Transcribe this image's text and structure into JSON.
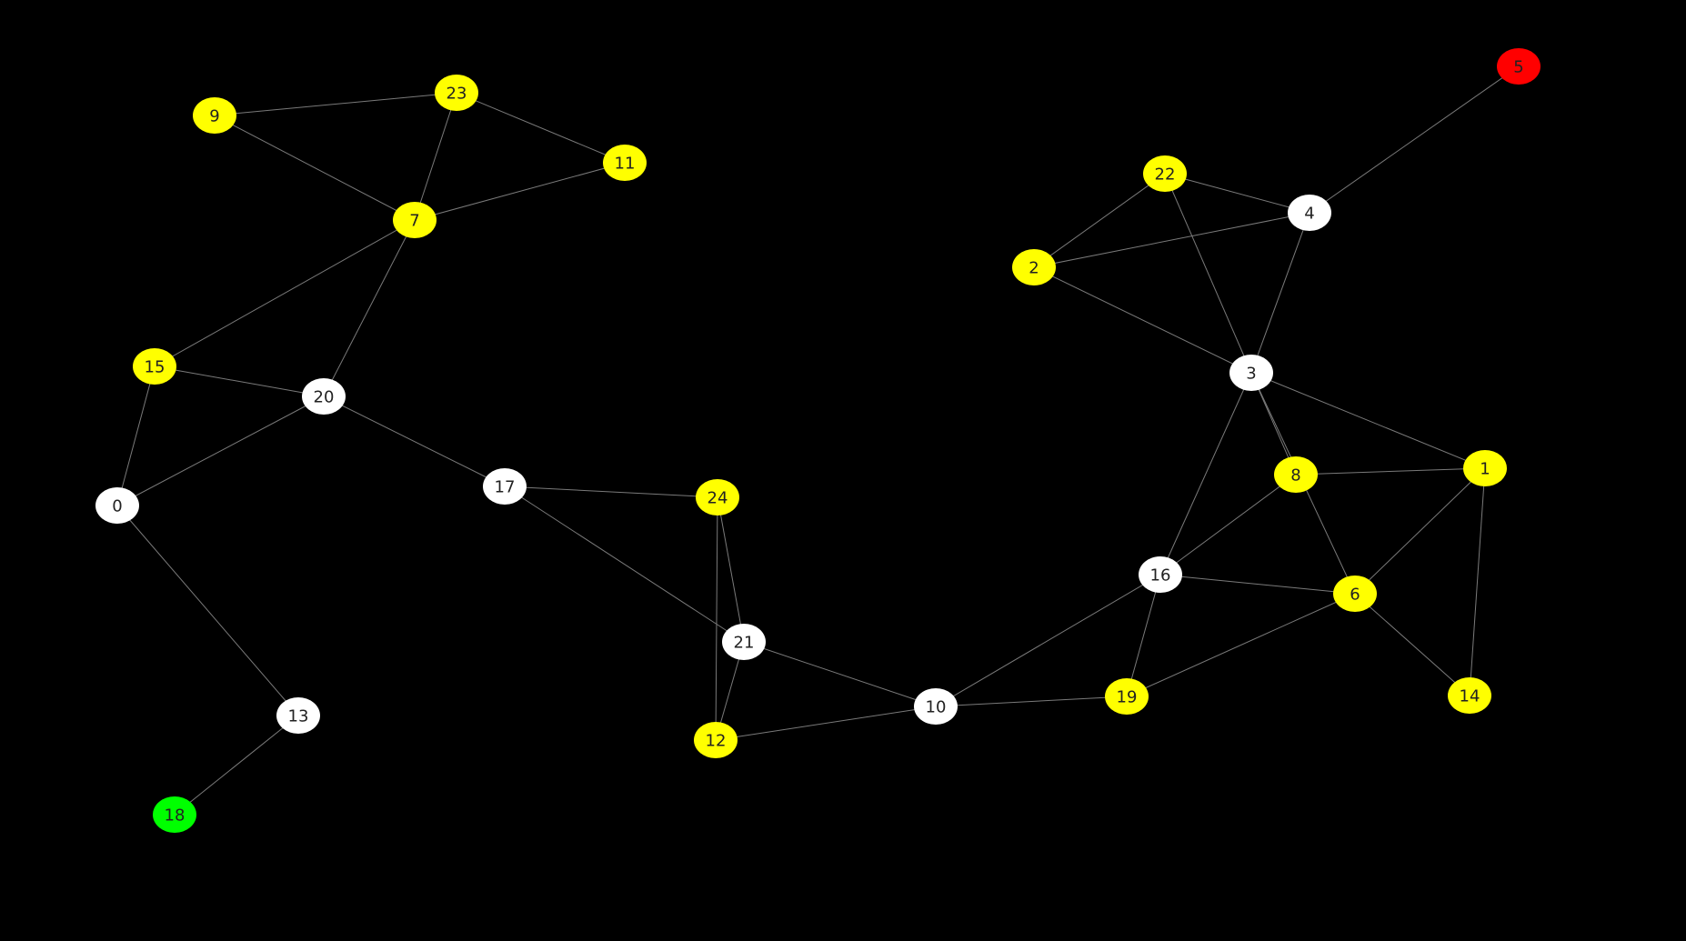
{
  "graph": {
    "background": "#000000",
    "edge_color": "#7a7a7a",
    "state_colors": {
      "default": "#ffffff",
      "visited": "#ffff00",
      "target": "#ff0000",
      "start": "#00ff00"
    },
    "nodes": [
      {
        "id": "0",
        "label": "0",
        "state": "default"
      },
      {
        "id": "1",
        "label": "1",
        "state": "visited"
      },
      {
        "id": "2",
        "label": "2",
        "state": "visited"
      },
      {
        "id": "3",
        "label": "3",
        "state": "default"
      },
      {
        "id": "4",
        "label": "4",
        "state": "default"
      },
      {
        "id": "5",
        "label": "5",
        "state": "target"
      },
      {
        "id": "6",
        "label": "6",
        "state": "visited"
      },
      {
        "id": "7",
        "label": "7",
        "state": "visited"
      },
      {
        "id": "8",
        "label": "8",
        "state": "visited"
      },
      {
        "id": "9",
        "label": "9",
        "state": "visited"
      },
      {
        "id": "10",
        "label": "10",
        "state": "default"
      },
      {
        "id": "11",
        "label": "11",
        "state": "visited"
      },
      {
        "id": "12",
        "label": "12",
        "state": "visited"
      },
      {
        "id": "13",
        "label": "13",
        "state": "default"
      },
      {
        "id": "14",
        "label": "14",
        "state": "visited"
      },
      {
        "id": "15",
        "label": "15",
        "state": "visited"
      },
      {
        "id": "16",
        "label": "16",
        "state": "default"
      },
      {
        "id": "17",
        "label": "17",
        "state": "default"
      },
      {
        "id": "18",
        "label": "18",
        "state": "start"
      },
      {
        "id": "19",
        "label": "19",
        "state": "visited"
      },
      {
        "id": "20",
        "label": "20",
        "state": "default"
      },
      {
        "id": "21",
        "label": "21",
        "state": "default"
      },
      {
        "id": "22",
        "label": "22",
        "state": "visited"
      },
      {
        "id": "23",
        "label": "23",
        "state": "visited"
      },
      {
        "id": "24",
        "label": "24",
        "state": "visited"
      }
    ],
    "edges": [
      [
        "9",
        "23"
      ],
      [
        "9",
        "7"
      ],
      [
        "23",
        "7"
      ],
      [
        "23",
        "11"
      ],
      [
        "11",
        "7"
      ],
      [
        "7",
        "15"
      ],
      [
        "7",
        "20"
      ],
      [
        "15",
        "20"
      ],
      [
        "15",
        "0"
      ],
      [
        "20",
        "0"
      ],
      [
        "20",
        "17"
      ],
      [
        "0",
        "13"
      ],
      [
        "13",
        "18"
      ],
      [
        "17",
        "24"
      ],
      [
        "17",
        "21"
      ],
      [
        "24",
        "21"
      ],
      [
        "24",
        "12"
      ],
      [
        "21",
        "12"
      ],
      [
        "21",
        "10"
      ],
      [
        "12",
        "10"
      ],
      [
        "10",
        "19"
      ],
      [
        "10",
        "16"
      ],
      [
        "16",
        "19"
      ],
      [
        "16",
        "8"
      ],
      [
        "16",
        "6"
      ],
      [
        "16",
        "3"
      ],
      [
        "19",
        "6"
      ],
      [
        "3",
        "8"
      ],
      [
        "3",
        "6"
      ],
      [
        "3",
        "1"
      ],
      [
        "3",
        "2"
      ],
      [
        "3",
        "22"
      ],
      [
        "3",
        "4"
      ],
      [
        "22",
        "2"
      ],
      [
        "22",
        "4"
      ],
      [
        "2",
        "4"
      ],
      [
        "4",
        "5"
      ],
      [
        "8",
        "1"
      ],
      [
        "1",
        "6"
      ],
      [
        "1",
        "14"
      ],
      [
        "6",
        "14"
      ]
    ]
  }
}
